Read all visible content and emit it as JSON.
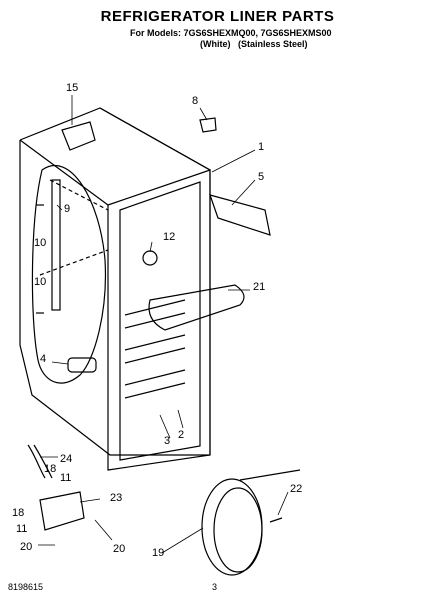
{
  "title": "REFRIGERATOR LINER PARTS",
  "models_line": "For Models: 7GS6SHEXMQ00, 7GS6SHEXMS00",
  "variant_white": "(White)",
  "variant_ss": "(Stainless Steel)",
  "footer_code": "8198615",
  "page_number": "3",
  "callouts": [
    "15",
    "8",
    "1",
    "5",
    "9",
    "10",
    "12",
    "10",
    "21",
    "4",
    "2",
    "3",
    "24",
    "18",
    "11",
    "23",
    "18",
    "11",
    "22",
    "20",
    "20",
    "19"
  ]
}
